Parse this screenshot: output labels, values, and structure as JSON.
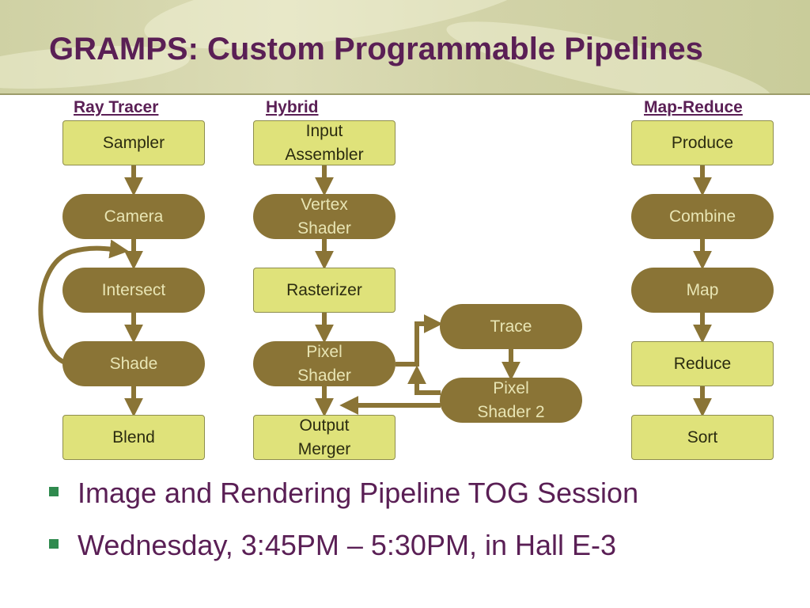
{
  "slide": {
    "title": "GRAMPS: Custom Programmable Pipelines"
  },
  "columns": {
    "ray_tracer": "Ray Tracer",
    "hybrid": "Hybrid",
    "map_reduce": "Map-Reduce"
  },
  "nodes": {
    "sampler": "Sampler",
    "camera": "Camera",
    "intersect": "Intersect",
    "shade": "Shade",
    "blend": "Blend",
    "input_assembler": "Input\nAssembler",
    "vertex_shader": "Vertex\nShader",
    "rasterizer": "Rasterizer",
    "pixel_shader": "Pixel\nShader",
    "output_merger": "Output\nMerger",
    "trace": "Trace",
    "pixel_shader_2": "Pixel\nShader 2",
    "produce": "Produce",
    "combine": "Combine",
    "map": "Map",
    "reduce": "Reduce",
    "sort": "Sort"
  },
  "bullets": [
    "Image and Rendering Pipeline TOG Session",
    "Wednesday, 3:45PM – 5:30PM, in Hall E-3"
  ],
  "colors": {
    "title": "#5a1f55",
    "stage_box": "#dfe27a",
    "stage_round": "#8a7436",
    "arrow": "#8a7436",
    "bullet": "#2f8a4e"
  }
}
